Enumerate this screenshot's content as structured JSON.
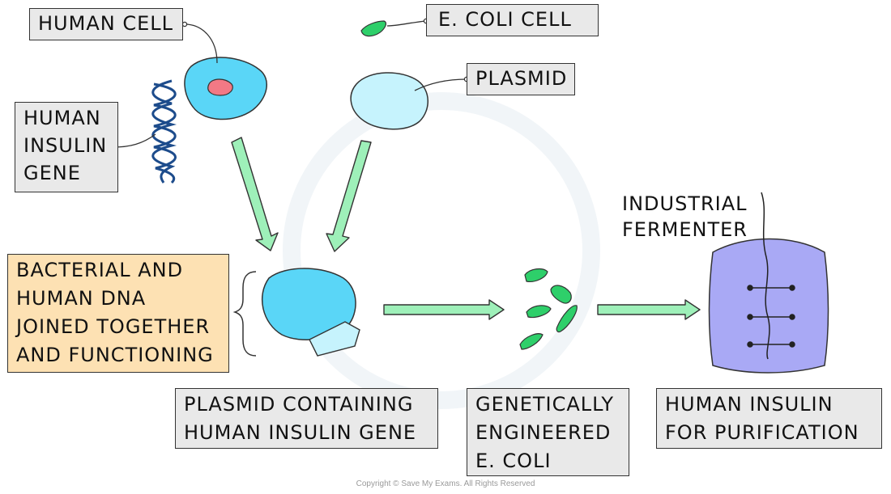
{
  "labels": {
    "human_cell": "HUMAN CELL",
    "e_coli_cell": "E. COLI CELL",
    "plasmid": "PLASMID",
    "human_insulin_gene": "HUMAN\nINSULIN\nGENE",
    "industrial_fermenter": "INDUSTRIAL\nFERMENTER",
    "bacterial_human_dna": "BACTERIAL AND\nHUMAN DNA\nJOINED TOGETHER\nAND FUNCTIONING",
    "plasmid_containing": "PLASMID CONTAINING\nHUMAN INSULIN GENE",
    "genetically_engineered": "GENETICALLY\nENGINEERED\nE. COLI",
    "human_insulin_purification": "HUMAN INSULIN\nFOR PURIFICATION"
  },
  "copyright": "Copyright © Save My Exams. All Rights Reserved",
  "colors": {
    "human_cell": "#5ad6f7",
    "nucleus": "#f27985",
    "plasmid_cell": "#c6f3fd",
    "e_coli": "#2ecf6a",
    "arrow_fill": "#9ef0b9",
    "fermenter": "#a9a9f5",
    "dna_helix": "#1d4c8c",
    "label_box": "#e9e9e9",
    "highlight_box": "#fde1b3"
  }
}
